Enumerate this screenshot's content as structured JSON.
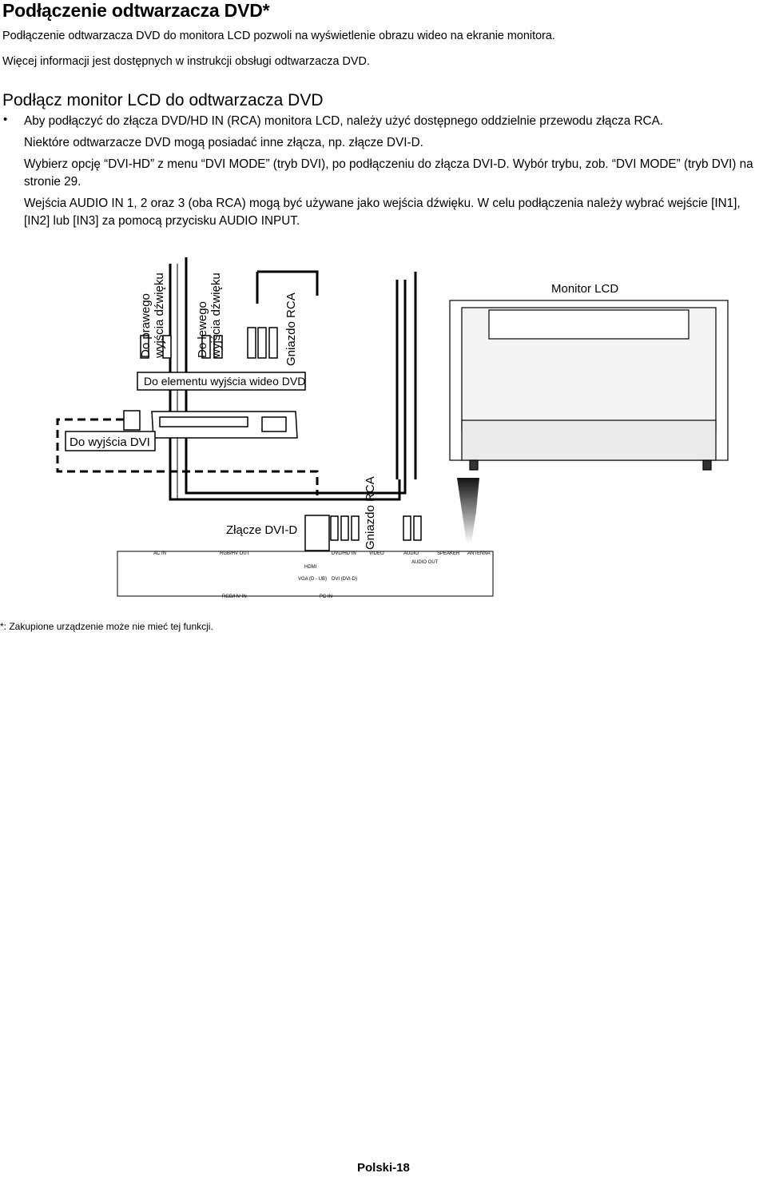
{
  "title": "Podłączenie odtwarzacza DVD*",
  "intro": [
    "Podłączenie odtwarzacza DVD do monitora LCD pozwoli na wyświetlenie obrazu wideo na ekranie monitora.",
    "Więcej informacji jest dostępnych w instrukcji obsługi odtwarzacza DVD."
  ],
  "section_title": "Podłącz monitor LCD do odtwarzacza DVD",
  "bullet_symbol": "•",
  "paragraphs": [
    "Aby podłączyć do złącza DVD/HD IN (RCA) monitora LCD, należy użyć dostępnego oddzielnie przewodu złącza RCA.",
    "Niektóre odtwarzacze DVD mogą posiadać inne złącza, np. złącze DVI-D.",
    "Wybierz opcję “DVI-HD” z menu “DVI MODE” (tryb DVI), po podłączeniu do złącza DVI-D. Wybór trybu, zob. “DVI MODE” (tryb DVI) na stronie 29.",
    "Wejścia AUDIO IN 1, 2 oraz 3 (oba RCA) mogą być używane jako wejścia dźwięku. W celu podłączenia należy wybrać wejście [IN1], [IN2] lub [IN3] za pomocą przycisku AUDIO INPUT."
  ],
  "diagram": {
    "labels": {
      "right_audio": [
        "Do prawego",
        "wyjścia dźwięku"
      ],
      "left_audio": [
        "Do lewego",
        "wyjścia dźwięku"
      ],
      "rca_top": "Gniazdo RCA",
      "dvd_video_out": "Do elementu wyjścia wideo DVD",
      "dvi_out": "Do wyjścia DVI",
      "monitor": "Monitor LCD",
      "dvi_connector": "Złącze DVI-D",
      "rca_bottom": "Gniazdo RCA"
    },
    "panel_labels": {
      "ac_in": "AC IN",
      "rgbhv_out": "RGB/HV OUT",
      "rgbhv_in": "RGB/HV IN",
      "hdmi": "HDMI",
      "vga": "VGA (D - UB)",
      "dvi": "DVI (DVI-D)",
      "pc_in": "PC IN",
      "dvd_hd_in": "DVD/HD IN",
      "video": "VIDEO",
      "audio": "AUDIO",
      "audio_out": "AUDIO OUT",
      "speaker": "SPEAKER",
      "antenna": "ANTENNA"
    }
  },
  "footnote": "*: Zakupione urządzenie może nie mieć tej funkcji.",
  "page_number": "Polski-18"
}
